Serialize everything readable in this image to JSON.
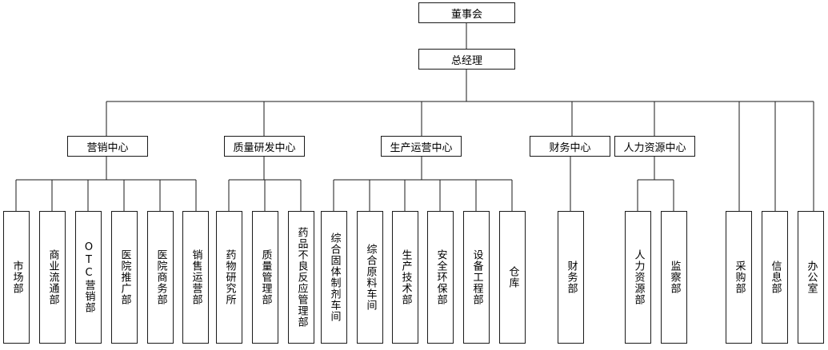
{
  "root": "董事会",
  "gm": "总经理",
  "centers": [
    {
      "id": "marketing",
      "label": "营销中心"
    },
    {
      "id": "quality",
      "label": "质量研发中心"
    },
    {
      "id": "production",
      "label": "生产运营中心"
    },
    {
      "id": "finance",
      "label": "财务中心"
    },
    {
      "id": "hr",
      "label": "人力资源中心"
    }
  ],
  "departments": [
    {
      "label": "市场部",
      "parent": "marketing"
    },
    {
      "label": "商业流通部",
      "parent": "marketing"
    },
    {
      "label": "OTC营销部",
      "parent": "marketing"
    },
    {
      "label": "医院推广部",
      "parent": "marketing"
    },
    {
      "label": "医院商务部",
      "parent": "marketing"
    },
    {
      "label": "销售运营部",
      "parent": "marketing"
    },
    {
      "label": "药物研究所",
      "parent": "quality"
    },
    {
      "label": "质量管理部",
      "parent": "quality"
    },
    {
      "label": "药品不良反应管理部",
      "parent": "quality"
    },
    {
      "label": "综合固体制剂车间",
      "parent": "production"
    },
    {
      "label": "综合原料车间",
      "parent": "production"
    },
    {
      "label": "生产技术部",
      "parent": "production"
    },
    {
      "label": "安全环保部",
      "parent": "production"
    },
    {
      "label": "设备工程部",
      "parent": "production"
    },
    {
      "label": "仓库",
      "parent": "production"
    },
    {
      "label": "财务部",
      "parent": "finance"
    },
    {
      "label": "人力资源部",
      "parent": "hr"
    },
    {
      "label": "监察部",
      "parent": "hr"
    },
    {
      "label": "采购部",
      "parent": "gm"
    },
    {
      "label": "信息部",
      "parent": "gm"
    },
    {
      "label": "办公室",
      "parent": "gm"
    }
  ]
}
